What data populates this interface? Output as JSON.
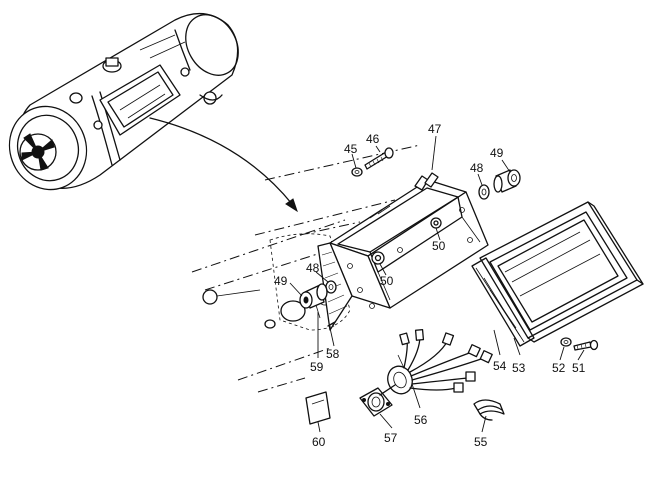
{
  "callouts": [
    {
      "id": "c45",
      "text": "45"
    },
    {
      "id": "c46",
      "text": "46"
    },
    {
      "id": "c47",
      "text": "47"
    },
    {
      "id": "c48a",
      "text": "48"
    },
    {
      "id": "c49a",
      "text": "49"
    },
    {
      "id": "c50a",
      "text": "50"
    },
    {
      "id": "c50b",
      "text": "50"
    },
    {
      "id": "c48b",
      "text": "48"
    },
    {
      "id": "c49b",
      "text": "49"
    },
    {
      "id": "c58",
      "text": "58"
    },
    {
      "id": "c59",
      "text": "59"
    },
    {
      "id": "c54",
      "text": "54"
    },
    {
      "id": "c53",
      "text": "53"
    },
    {
      "id": "c52",
      "text": "52"
    },
    {
      "id": "c51",
      "text": "51"
    },
    {
      "id": "c56",
      "text": "56"
    },
    {
      "id": "c57",
      "text": "57"
    },
    {
      "id": "c55",
      "text": "55"
    },
    {
      "id": "c60",
      "text": "60"
    }
  ]
}
